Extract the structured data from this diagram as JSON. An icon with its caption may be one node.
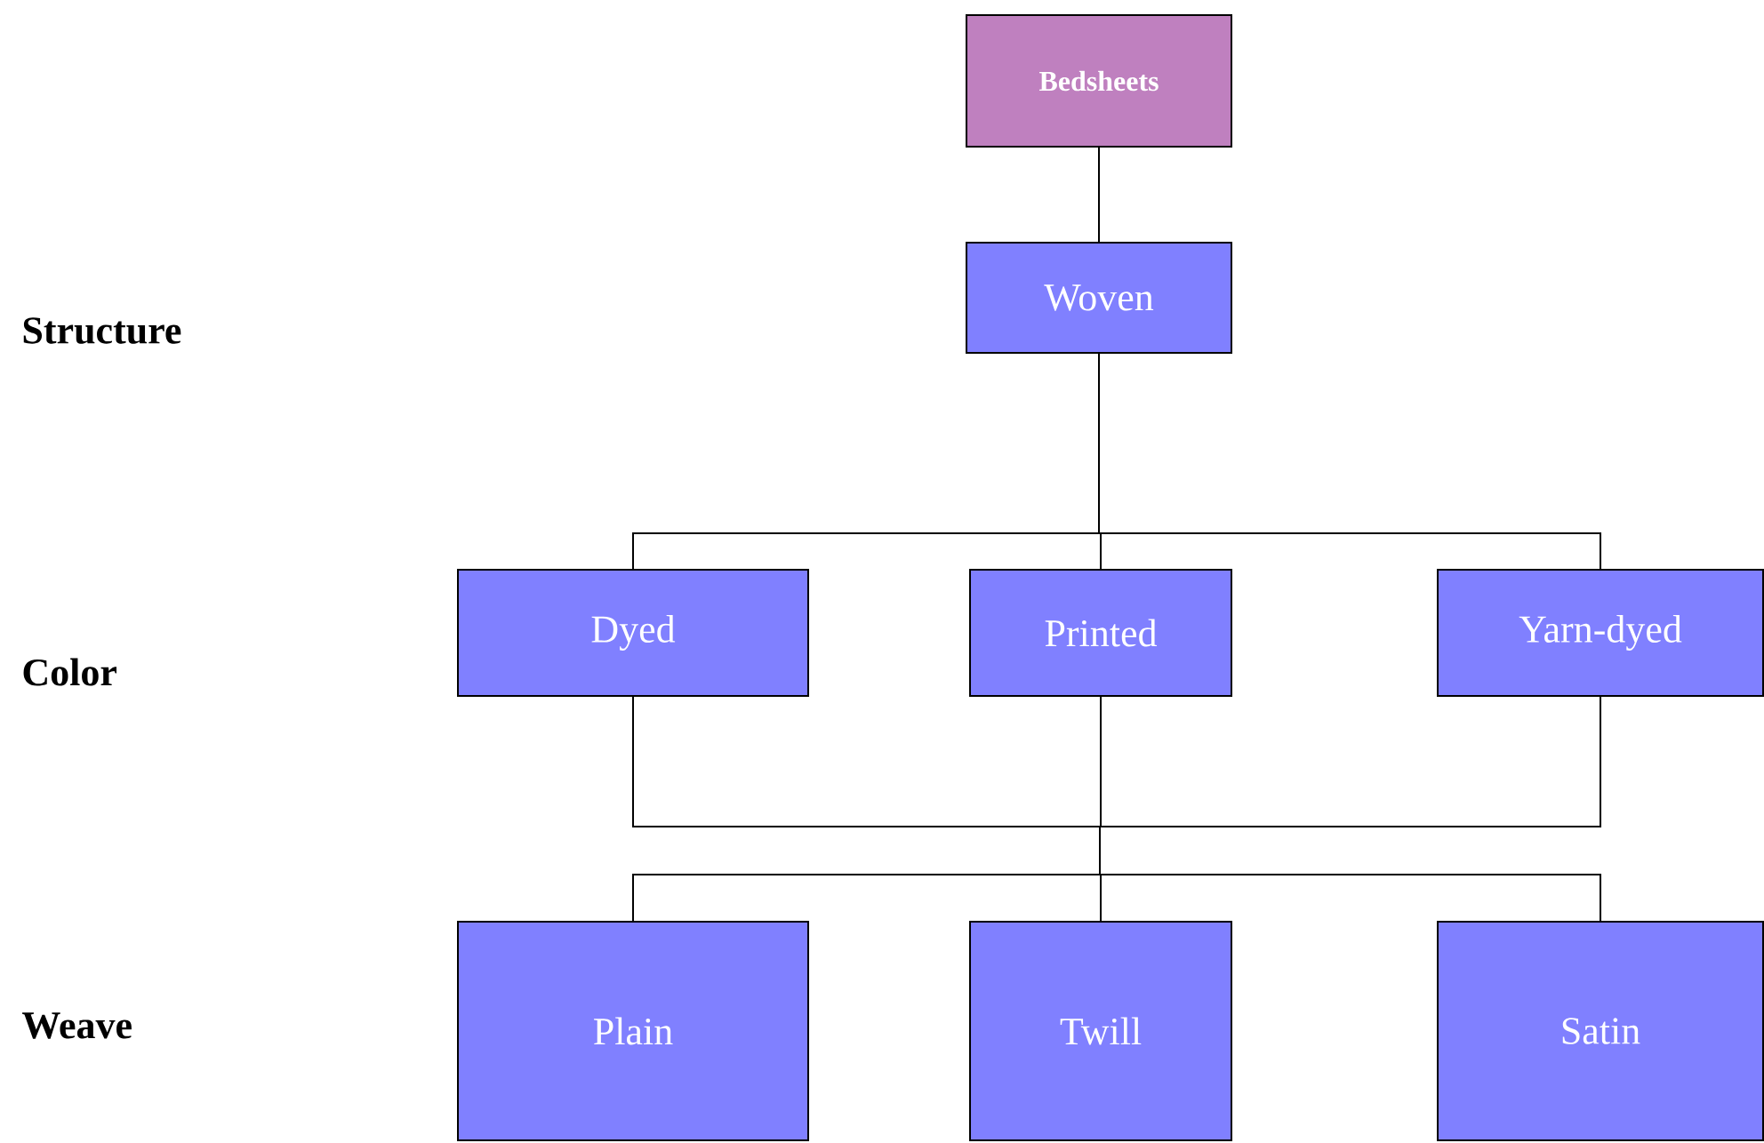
{
  "diagram": {
    "nodes": [
      {
        "text": [
          "Bedsheets"
        ]
      },
      {
        "text": [
          "Woven"
        ]
      },
      {
        "text": [
          "Dyed"
        ]
      },
      {
        "text": [
          "Printed"
        ]
      },
      {
        "text": [
          "Yarn-dyed"
        ]
      },
      {
        "text": [
          "Plain"
        ]
      },
      {
        "text": [
          "Twill"
        ]
      },
      {
        "text": [
          "Satin"
        ]
      }
    ],
    "edges": [
      {
        "from": 0,
        "to": 1,
        "arrow": "none"
      },
      {
        "from": 1,
        "to": 2,
        "arrow": "none"
      },
      {
        "from": 1,
        "to": 3,
        "arrow": "none"
      },
      {
        "from": 1,
        "to": 4,
        "arrow": "none"
      },
      {
        "from": 2,
        "to": 5,
        "arrow": "none"
      },
      {
        "from": 2,
        "to": 6,
        "arrow": "none"
      },
      {
        "from": 2,
        "to": 7,
        "arrow": "none"
      },
      {
        "from": 3,
        "to": 5,
        "arrow": "none"
      },
      {
        "from": 3,
        "to": 6,
        "arrow": "none"
      },
      {
        "from": 3,
        "to": 7,
        "arrow": "none"
      },
      {
        "from": 4,
        "to": 5,
        "arrow": "none"
      },
      {
        "from": 4,
        "to": 6,
        "arrow": "none"
      },
      {
        "from": 4,
        "to": 7,
        "arrow": "none"
      }
    ],
    "labels": [
      "Structure",
      "Color",
      "Weave"
    ]
  }
}
